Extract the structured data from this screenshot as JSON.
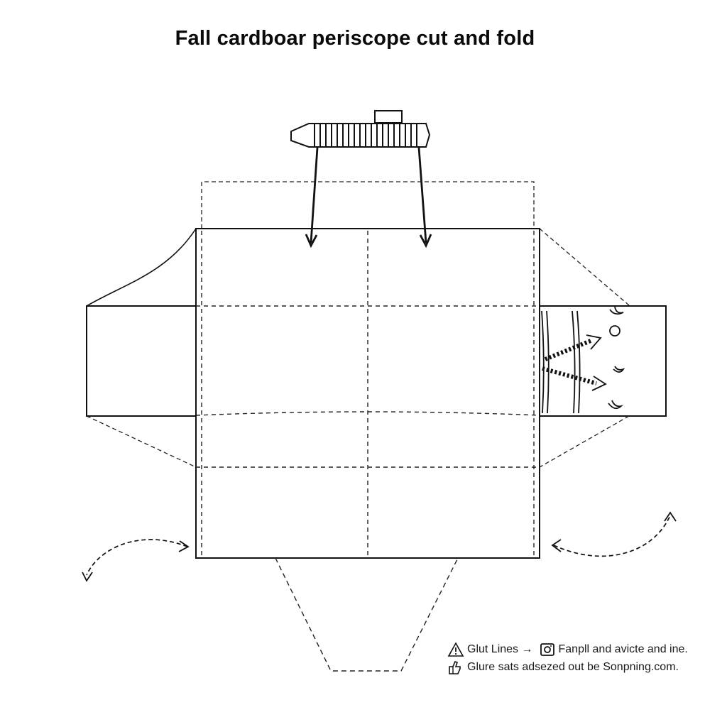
{
  "title": "Fall cardboar periscope cut and fold",
  "legend": {
    "row1_label": "Glut Lines",
    "row1_arrow": "→",
    "row1_text": "Fanpll and avicte and ine.",
    "row2_text": "Glure sats adsezed out be Sonpning.com.",
    "icons": [
      "warning-icon",
      "camera-icon",
      "hand-icon"
    ]
  }
}
